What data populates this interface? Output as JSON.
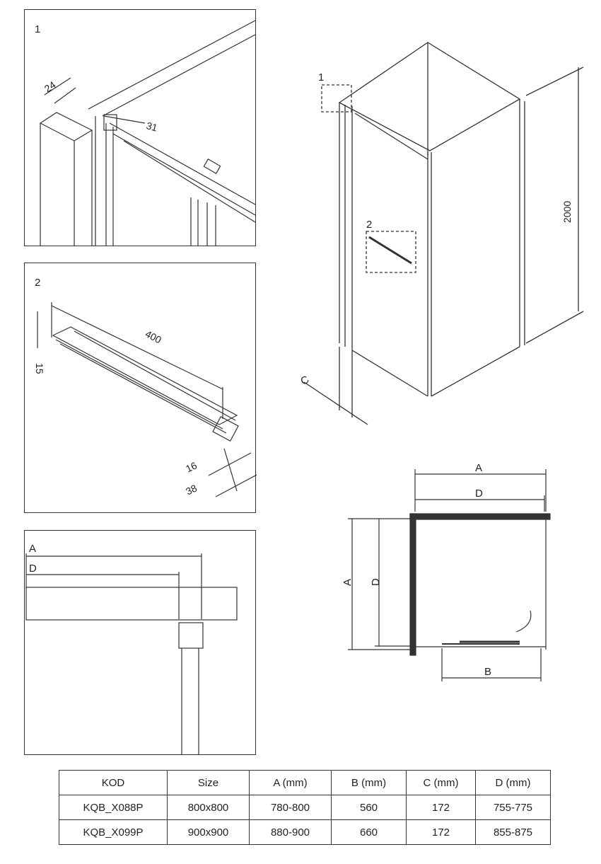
{
  "detail1": {
    "label": "1",
    "dims": [
      "24",
      "31"
    ]
  },
  "detail2": {
    "label": "2",
    "dims": [
      "400",
      "15",
      "16",
      "38"
    ]
  },
  "detail3": {
    "dims": [
      "A",
      "D"
    ]
  },
  "main": {
    "callout1": "1",
    "callout2": "2",
    "height": "2000",
    "c_label": "C"
  },
  "plan": {
    "a_top": "A",
    "d_top": "D",
    "a_left": "A",
    "d_left": "D",
    "b_bottom": "B"
  },
  "table": {
    "headers": [
      "KOD",
      "Size",
      "A (mm)",
      "B (mm)",
      "C (mm)",
      "D (mm)"
    ],
    "rows": [
      [
        "KQB_X088P",
        "800x800",
        "780-800",
        "560",
        "172",
        "755-775"
      ],
      [
        "KQB_X099P",
        "900x900",
        "880-900",
        "660",
        "172",
        "855-875"
      ]
    ]
  }
}
